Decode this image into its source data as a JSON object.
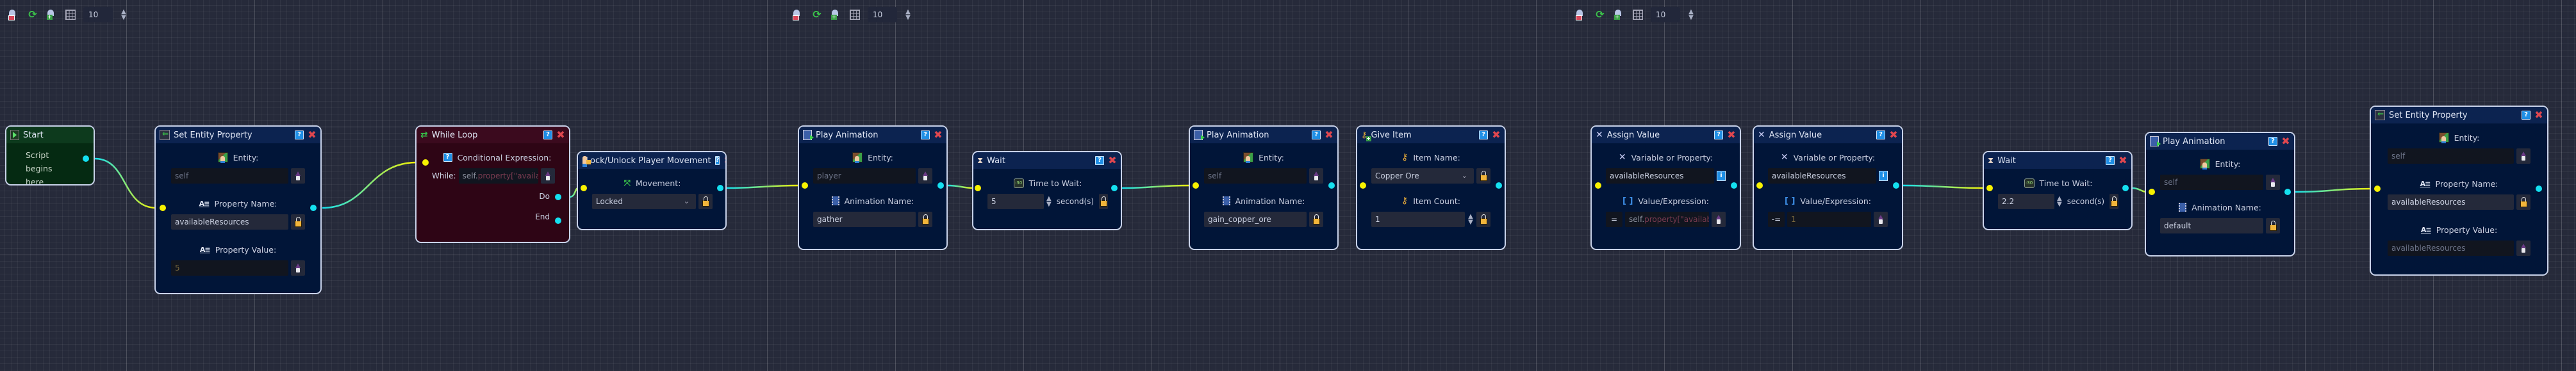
{
  "toolbars": [
    {
      "remove_icon": "remove-node-icon",
      "refresh_icon": "refresh-icon",
      "add_icon": "add-node-icon",
      "grid_icon": "grid-snap-icon",
      "snap_value": "10"
    },
    {
      "remove_icon": "remove-node-icon",
      "refresh_icon": "refresh-icon",
      "add_icon": "add-node-icon",
      "grid_icon": "grid-snap-icon",
      "snap_value": "10"
    },
    {
      "remove_icon": "remove-node-icon",
      "refresh_icon": "refresh-icon",
      "add_icon": "add-node-icon",
      "grid_icon": "grid-snap-icon",
      "snap_value": "10"
    }
  ],
  "colors": {
    "canvas_bg": "#262a3a",
    "node_bg": "#011538",
    "start_bg": "#052a12",
    "loop_bg": "#2e0515",
    "input_port": "#f8f200",
    "output_port": "#14e0f0",
    "lock": "#f2b53a",
    "close": "#e0474f",
    "help": "#1f8fe6"
  },
  "nodes": {
    "start": {
      "title": "Start",
      "text": "Script begins here"
    },
    "set_prop_1": {
      "title": "Set Entity Property",
      "entity_label": "Entity:",
      "entity_value": "self",
      "prop_name_label": "Property Name:",
      "prop_name_value": "availableResources",
      "prop_value_label": "Property Value:",
      "prop_value_value": "5"
    },
    "while_loop": {
      "title": "While Loop",
      "cond_label": "Conditional Expression:",
      "while_label": "While:",
      "expr_self": "self.",
      "expr_prop": "property",
      "expr_rest": "[\"availal",
      "do_label": "Do",
      "end_label": "End"
    },
    "lock_move": {
      "title": "Lock/Unlock Player Movement",
      "movement_label": "Movement:",
      "movement_value": "Locked"
    },
    "play_anim_1": {
      "title": "Play Animation",
      "entity_label": "Entity:",
      "entity_value": "player",
      "anim_label": "Animation Name:",
      "anim_value": "gather"
    },
    "wait_1": {
      "title": "Wait",
      "time_label": "Time to Wait:",
      "time_value": "5",
      "unit": "second(s)"
    },
    "play_anim_2": {
      "title": "Play Animation",
      "entity_label": "Entity:",
      "entity_value": "self",
      "anim_label": "Animation Name:",
      "anim_value": "gain_copper_ore"
    },
    "give_item": {
      "title": "Give Item",
      "item_label": "Item Name:",
      "item_value": "Copper Ore",
      "count_label": "Item Count:",
      "count_value": "1"
    },
    "assign_1": {
      "title": "Assign Value",
      "var_label": "Variable or Property:",
      "var_value": "availableResources",
      "value_label": "Value/Expression:",
      "operator": "=",
      "expr_self": "self.",
      "expr_prop": "property",
      "expr_rest": "[\"available"
    },
    "assign_2": {
      "title": "Assign Value",
      "var_label": "Variable or Property:",
      "var_value": "availableResources",
      "value_label": "Value/Expression:",
      "operator": "-=",
      "value": "1"
    },
    "wait_2": {
      "title": "Wait",
      "time_label": "Time to Wait:",
      "time_value": "2.2",
      "unit": "second(s)"
    },
    "play_anim_3": {
      "title": "Play Animation",
      "entity_label": "Entity:",
      "entity_value": "self",
      "anim_label": "Animation Name:",
      "anim_value": "default"
    },
    "set_prop_2": {
      "title": "Set Entity Property",
      "entity_label": "Entity:",
      "entity_value": "self",
      "prop_name_label": "Property Name:",
      "prop_name_value": "availableResources",
      "prop_value_label": "Property Value:",
      "prop_value_value": "availableResources"
    }
  },
  "common": {
    "help_glyph": "?",
    "close_glyph": "✖",
    "info_glyph": "i",
    "spin_glyph": "⬍",
    "chevron_glyph": "⌄"
  }
}
